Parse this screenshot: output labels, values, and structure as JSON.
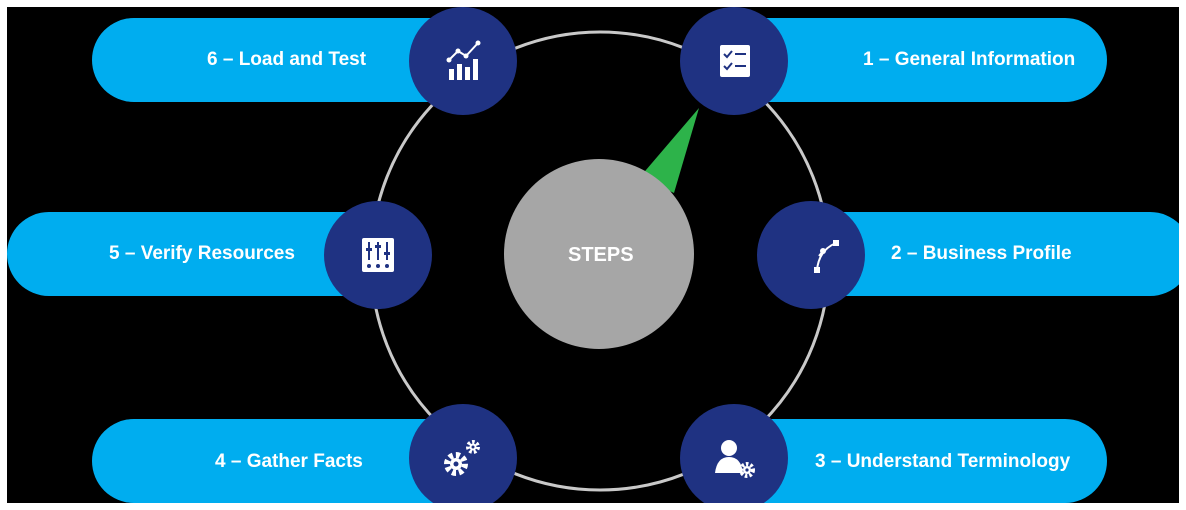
{
  "center": {
    "label": "STEPS"
  },
  "colors": {
    "pill": "#00adef",
    "node": "#1f3282",
    "ring": "#c9c9c9",
    "center": "#a6a6a6",
    "pointer": "#2db34a"
  },
  "steps": [
    {
      "label": "1 – General Information",
      "icon": "checklist-icon"
    },
    {
      "label": "2 – Business Profile",
      "icon": "path-nodes-icon"
    },
    {
      "label": "3 – Understand Terminology",
      "icon": "person-gear-icon"
    },
    {
      "label": "4 – Gather Facts",
      "icon": "gears-icon"
    },
    {
      "label": "5 – Verify Resources",
      "icon": "sliders-icon"
    },
    {
      "label": "6 – Load and Test",
      "icon": "bar-chart-trend-icon"
    }
  ]
}
